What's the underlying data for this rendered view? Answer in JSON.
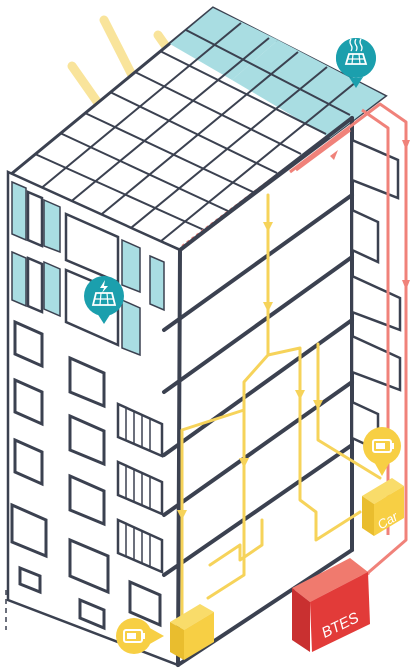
{
  "labels": {
    "car": "Car",
    "btes": "BTES"
  },
  "icons": [
    {
      "name": "solar-thermal-panel-icon"
    },
    {
      "name": "solar-pv-panel-icon"
    },
    {
      "name": "battery-icon-left"
    },
    {
      "name": "battery-icon-right"
    }
  ],
  "colors": {
    "outline": "#3b4150",
    "pv_panel": "#a9dde2",
    "pv_marker": "#1b9fad",
    "electric_flow": "#f6d35a",
    "sunlight": "#f8e08a",
    "heat_flow": "#f0827a",
    "storage_box": "#f7cf44",
    "btes_box": "#e23b39"
  }
}
